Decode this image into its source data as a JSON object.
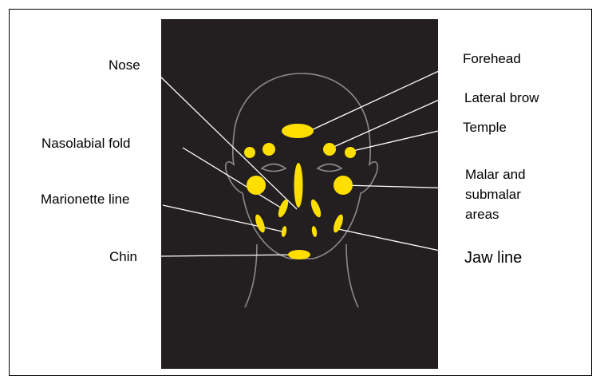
{
  "labels": {
    "nose": "Nose",
    "nasolabial_fold": "Nasolabial fold",
    "marionette_line": "Marionette line",
    "chin": "Chin",
    "forehead": "Forehead",
    "lateral_brow": "Lateral brow",
    "temple": "Temple",
    "malar_line1": "Malar and",
    "malar_line2": "submalar",
    "malar_line3": "areas",
    "jaw_line": "Jaw line"
  },
  "colors": {
    "panel": "#231f20",
    "marker": "#ffdf00",
    "outline": "#8a8a8a",
    "leader": "#ffffff"
  }
}
